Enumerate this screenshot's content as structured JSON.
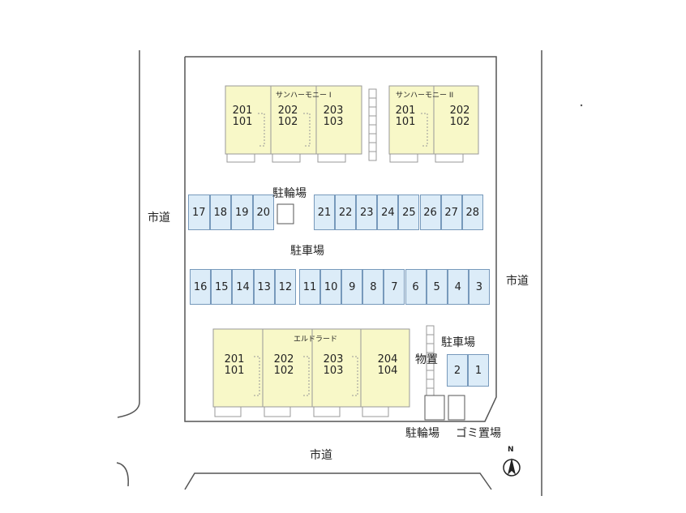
{
  "colors": {
    "building_fill": "#f8f8c8",
    "building_stroke": "#999999",
    "parking_fill": "#dcecf8",
    "parking_stroke": "#7799bb",
    "lot_stroke": "#555555"
  },
  "labels": {
    "road_left": "市道",
    "road_right": "市道",
    "road_bottom": "市道",
    "bicycle_top": "駐輪場",
    "parking_center": "駐車場",
    "parking_small": "駐車場",
    "storage": "物置",
    "bicycle_bottom": "駐輪場",
    "garbage": "ゴミ置場",
    "north": "N"
  },
  "buildings": [
    {
      "name": "サンハーモニー I",
      "units": [
        {
          "upper": "201",
          "lower": "101"
        },
        {
          "upper": "202",
          "lower": "102"
        },
        {
          "upper": "203",
          "lower": "103"
        }
      ]
    },
    {
      "name": "サンハーモニー II",
      "units": [
        {
          "upper": "201",
          "lower": "101"
        },
        {
          "upper": "202",
          "lower": "102"
        }
      ]
    },
    {
      "name": "エルドラード",
      "units": [
        {
          "upper": "201",
          "lower": "101"
        },
        {
          "upper": "202",
          "lower": "102"
        },
        {
          "upper": "203",
          "lower": "103"
        },
        {
          "upper": "204",
          "lower": "104"
        }
      ]
    }
  ],
  "parking": {
    "top_left": [
      "17",
      "18",
      "19",
      "20"
    ],
    "top_right": [
      "21",
      "22",
      "23",
      "24",
      "25",
      "26",
      "27",
      "28"
    ],
    "bottom_left": [
      "16",
      "15",
      "14",
      "13",
      "12"
    ],
    "bottom_right": [
      "11",
      "10",
      "9",
      "8",
      "7",
      "6",
      "5",
      "4",
      "3"
    ],
    "small": [
      "2",
      "1"
    ]
  }
}
